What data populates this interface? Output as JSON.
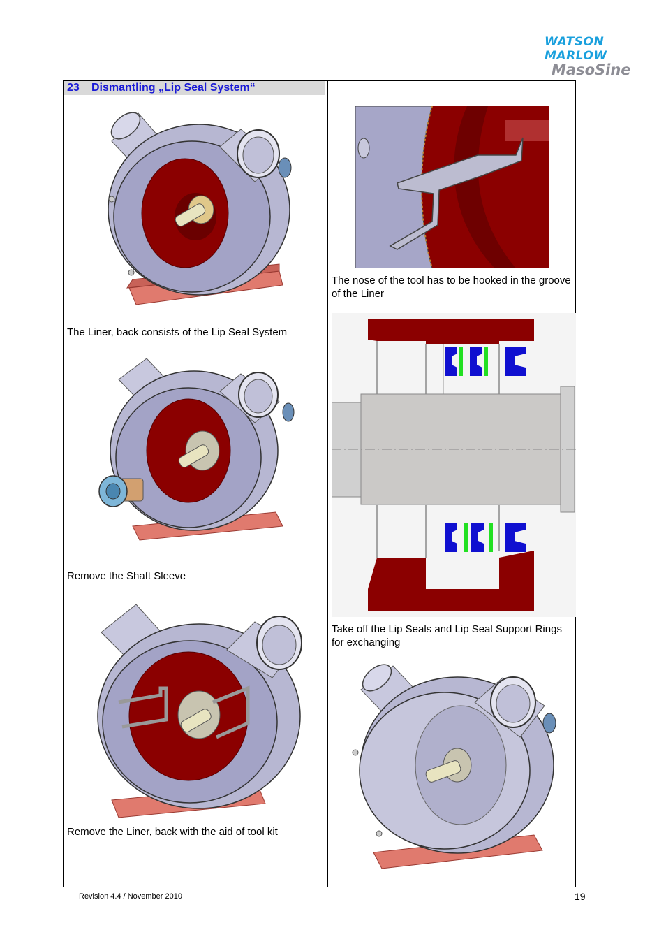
{
  "logo": {
    "line1": "WATSON",
    "line2": "MARLOW",
    "line3": "MasoSine"
  },
  "heading": {
    "number": "23",
    "title": "Dismantling „Lip Seal System“"
  },
  "captions": {
    "liner_back": "The Liner, back consists of the Lip Seal System",
    "shaft_sleeve": "Remove the Shaft Sleeve",
    "tool_kit": "Remove the Liner, back with the aid of tool kit",
    "tool_nose": "The nose of the tool has to be hooked in the groove of the Liner",
    "lip_seals": "Take off the Lip Seals and Lip Seal Support Rings for exchanging"
  },
  "footer": {
    "revision": "Revision 4.4 / November 2010",
    "page": "19"
  },
  "colors": {
    "heading_text": "#1a1ad6",
    "logo_blue": "#1aa0dd",
    "liner_red": "#8b0000",
    "housing": "#b7b7d2",
    "seal_blue": "#1010d0",
    "seal_green": "#22e022"
  }
}
